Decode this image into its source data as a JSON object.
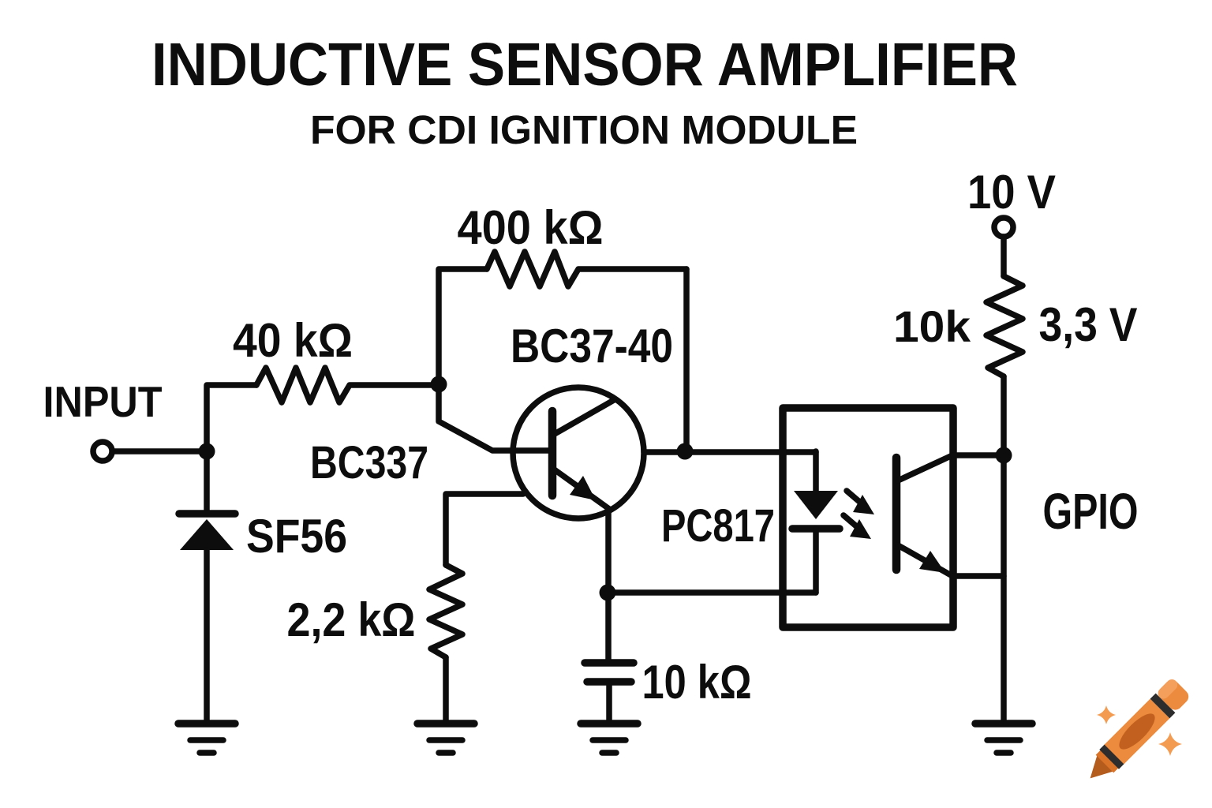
{
  "title": {
    "line1": "INDUCTIVE SENSOR AMPLIFIER",
    "line2": "FOR CDI IGNITION MODULE"
  },
  "components": {
    "input_label": "INPUT",
    "input_series_resistor": "40 kΩ",
    "feedback_resistor": "400 kΩ",
    "transistor_model": "BC37-40",
    "transistor_name": "BC337",
    "protection_diode": "SF56",
    "base_resistor": "2,2 kΩ",
    "emitter_capacitor": "10 kΩ",
    "optocoupler": "PC817",
    "supply_voltage": "10 V",
    "pullup_resistor": "10k",
    "logic_voltage": "3,3 V",
    "output_label": "GPIO"
  },
  "icons": {
    "crayon-icon": "🖍",
    "sparkle-icon": "✦"
  },
  "colors": {
    "ink": "#0d0d0d",
    "background": "#ffffff",
    "crayon_body": "#ec8a3d",
    "crayon_dark": "#c2611f",
    "crayon_tip": "#b35c1d",
    "crayon_stripe": "#2d2d2d",
    "sparkle": "#f49b52"
  }
}
